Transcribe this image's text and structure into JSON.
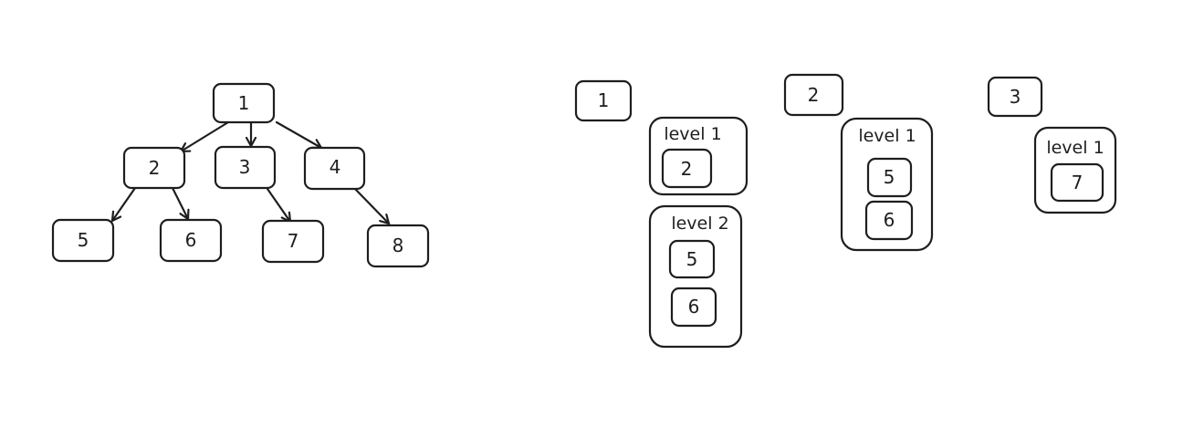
{
  "tree": {
    "nodes": [
      {
        "id": "1",
        "label": "1"
      },
      {
        "id": "2",
        "label": "2"
      },
      {
        "id": "3",
        "label": "3"
      },
      {
        "id": "4",
        "label": "4"
      },
      {
        "id": "5",
        "label": "5"
      },
      {
        "id": "6",
        "label": "6"
      },
      {
        "id": "7",
        "label": "7"
      },
      {
        "id": "8",
        "label": "8"
      }
    ],
    "edges": [
      [
        "1",
        "2"
      ],
      [
        "1",
        "3"
      ],
      [
        "1",
        "4"
      ],
      [
        "2",
        "5"
      ],
      [
        "2",
        "6"
      ],
      [
        "3",
        "7"
      ],
      [
        "4",
        "8"
      ]
    ]
  },
  "groups": [
    {
      "root": "1",
      "levels": [
        {
          "title": "level 1",
          "items": [
            "2"
          ]
        },
        {
          "title": "level 2",
          "items": [
            "5",
            "6"
          ]
        }
      ]
    },
    {
      "root": "2",
      "levels": [
        {
          "title": "level 1",
          "items": [
            "5",
            "6"
          ]
        }
      ]
    },
    {
      "root": "3",
      "levels": [
        {
          "title": "level 1",
          "items": [
            "7"
          ]
        }
      ]
    }
  ],
  "colors": {
    "stroke": "#1e1e1e",
    "background": "#ffffff"
  }
}
